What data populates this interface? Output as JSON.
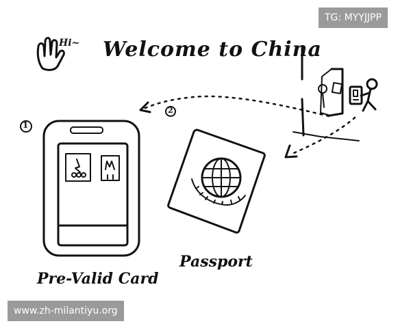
{
  "watermarks": {
    "top_right": "TG: MYYJJPP",
    "bottom_left": "www.zh-milantiyu.org"
  },
  "greeting": {
    "hi": "Hi~",
    "headline": "Welcome to China"
  },
  "steps": {
    "one": "1",
    "two": "2"
  },
  "labels": {
    "card": "Pre-Valid Card",
    "passport": "Passport"
  },
  "icons": {
    "hand": "waving-hand-icon",
    "globe": "globe-icon",
    "traveler": "traveler-icon",
    "door": "door-icon"
  }
}
